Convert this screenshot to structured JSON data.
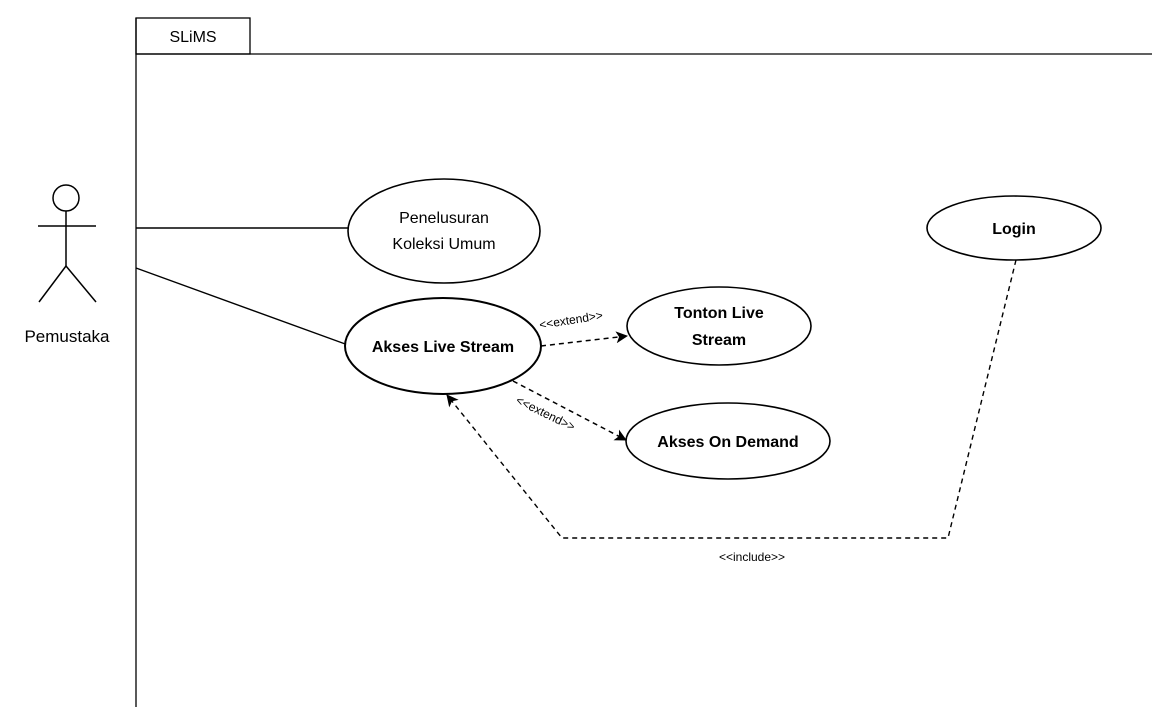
{
  "system": {
    "name": "SLiMS"
  },
  "actor": {
    "name": "Pemustaka"
  },
  "use_cases": {
    "penelusuran": {
      "line1": "Penelusuran",
      "line2": "Koleksi Umum"
    },
    "akses_live": {
      "label": "Akses Live Stream"
    },
    "tonton_live": {
      "line1": "Tonton Live",
      "line2": "Stream"
    },
    "on_demand": {
      "label": "Akses On Demand"
    },
    "login": {
      "label": "Login"
    }
  },
  "relations": {
    "extend_1": "<<extend>>",
    "extend_2": "<<extend>>",
    "include": "<<include>>"
  }
}
